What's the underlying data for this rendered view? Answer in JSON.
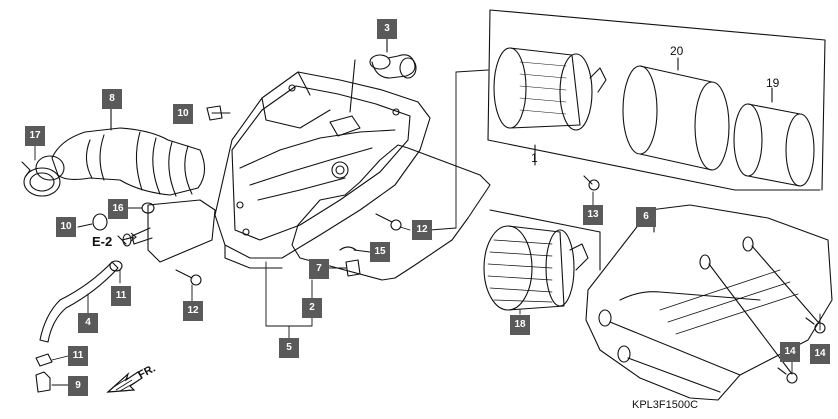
{
  "callouts": {
    "p3": "3",
    "p8": "8",
    "p10a": "10",
    "p10b": "10",
    "p17": "17",
    "p16": "16",
    "p11a": "11",
    "p11b": "11",
    "p4": "4",
    "p9": "9",
    "p12a": "12",
    "p12b": "12",
    "p7": "7",
    "p15": "15",
    "p2": "2",
    "p5": "5",
    "p13": "13",
    "p6": "6",
    "p18": "18",
    "p14a": "14",
    "p14b": "14"
  },
  "plain_labels": {
    "p20": "20",
    "p19": "19",
    "p1": "1"
  },
  "reference_label": "E-2",
  "direction_label": "FR.",
  "diagram_code": "KPL3F1500C",
  "colors": {
    "callout_bg": "#5a5a5a",
    "callout_text": "#ffffff",
    "line": "#111111"
  }
}
